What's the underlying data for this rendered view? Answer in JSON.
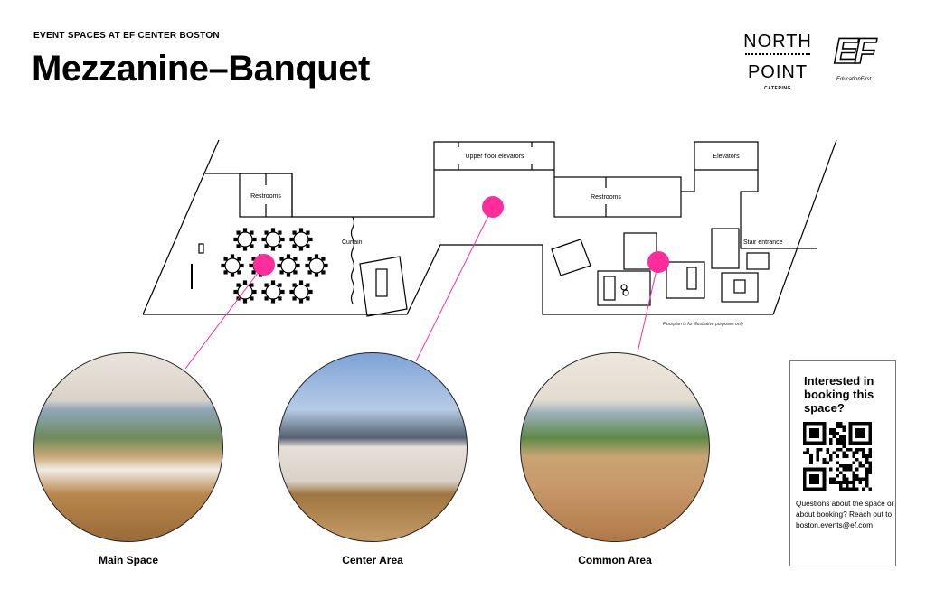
{
  "header": {
    "eyebrow": "EVENT SPACES AT EF CENTER BOSTON",
    "title": "Mezzanine–Banquet"
  },
  "logos": {
    "north_point": {
      "line1": "NORTH",
      "line2": "POINT",
      "sub": "CATERING"
    },
    "ef": {
      "mark": "EF",
      "sub": "EducationFirst"
    }
  },
  "floorplan": {
    "labels": {
      "restrooms_left": "Restrooms",
      "upper_elevators": "Upper floor elevators",
      "restrooms_right": "Restrooms",
      "elevators": "Elevators",
      "stair_entrance": "Stair entrance",
      "curtain": "Curtain"
    },
    "note": "Floorplan is for illustrative purposes only",
    "marker_color": "#ff2d9b"
  },
  "spaces": [
    {
      "name": "Main Space"
    },
    {
      "name": "Center Area"
    },
    {
      "name": "Common Area"
    }
  ],
  "booking": {
    "heading": "Interested in booking this space?",
    "body": "Questions about the space or about booking? Reach out to boston.events@ef.com"
  }
}
